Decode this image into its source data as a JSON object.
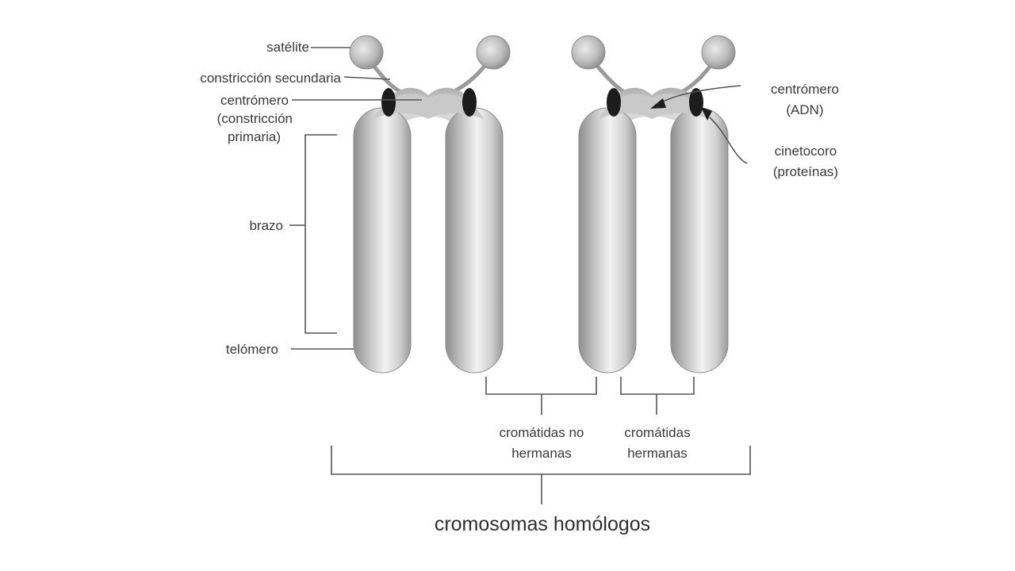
{
  "labels": {
    "satelite": "satélite",
    "constriccion_secundaria": "constricción secundaria",
    "centromero_left_1": "centrómero",
    "centromero_left_2": "(constricción",
    "centromero_left_3": "primaria)",
    "brazo": "brazo",
    "telomero": "telómero",
    "centromero_right_1": "centrómero",
    "centromero_right_2": "(ADN)",
    "cinetocoro_1": "cinetocoro",
    "cinetocoro_2": "(proteínas)",
    "cromatidas_no_hermanas_1": "cromátidas no",
    "cromatidas_no_hermanas_2": "hermanas",
    "cromatidas_hermanas_1": "cromátidas",
    "cromatidas_hermanas_2": "hermanas",
    "cromosomas_homologos": "cromosomas homólogos"
  },
  "colors": {
    "chromatid_dark": "#8e8e8e",
    "chromatid_light": "#f2f2f2",
    "kinetochore": "#1c1c1c",
    "line": "#555555",
    "text": "#3a3a3a"
  }
}
